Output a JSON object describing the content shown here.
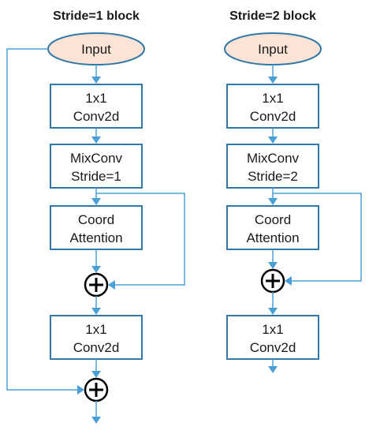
{
  "colors": {
    "box_border": "#3278a6",
    "input_fill": "#fbe4d6",
    "connector": "#4a9fd6",
    "text": "#1a1a1a",
    "adder": "#000000"
  },
  "left_block": {
    "title": "Stride=1 block",
    "input": "Input",
    "conv1": [
      "1x1",
      "Conv2d"
    ],
    "mixconv": [
      "MixConv",
      "Stride=1"
    ],
    "coord": [
      "Coord",
      "Attention"
    ],
    "conv2": [
      "1x1",
      "Conv2d"
    ]
  },
  "right_block": {
    "title": "Stride=2 block",
    "input": "Input",
    "conv1": [
      "1x1",
      "Conv2d"
    ],
    "mixconv": [
      "MixConv",
      "Stride=2"
    ],
    "coord": [
      "Coord",
      "Attention"
    ],
    "conv2": [
      "1x1",
      "Conv2d"
    ]
  },
  "icons": {
    "adder": "circle-plus-icon",
    "arrow": "arrow-down-icon"
  }
}
